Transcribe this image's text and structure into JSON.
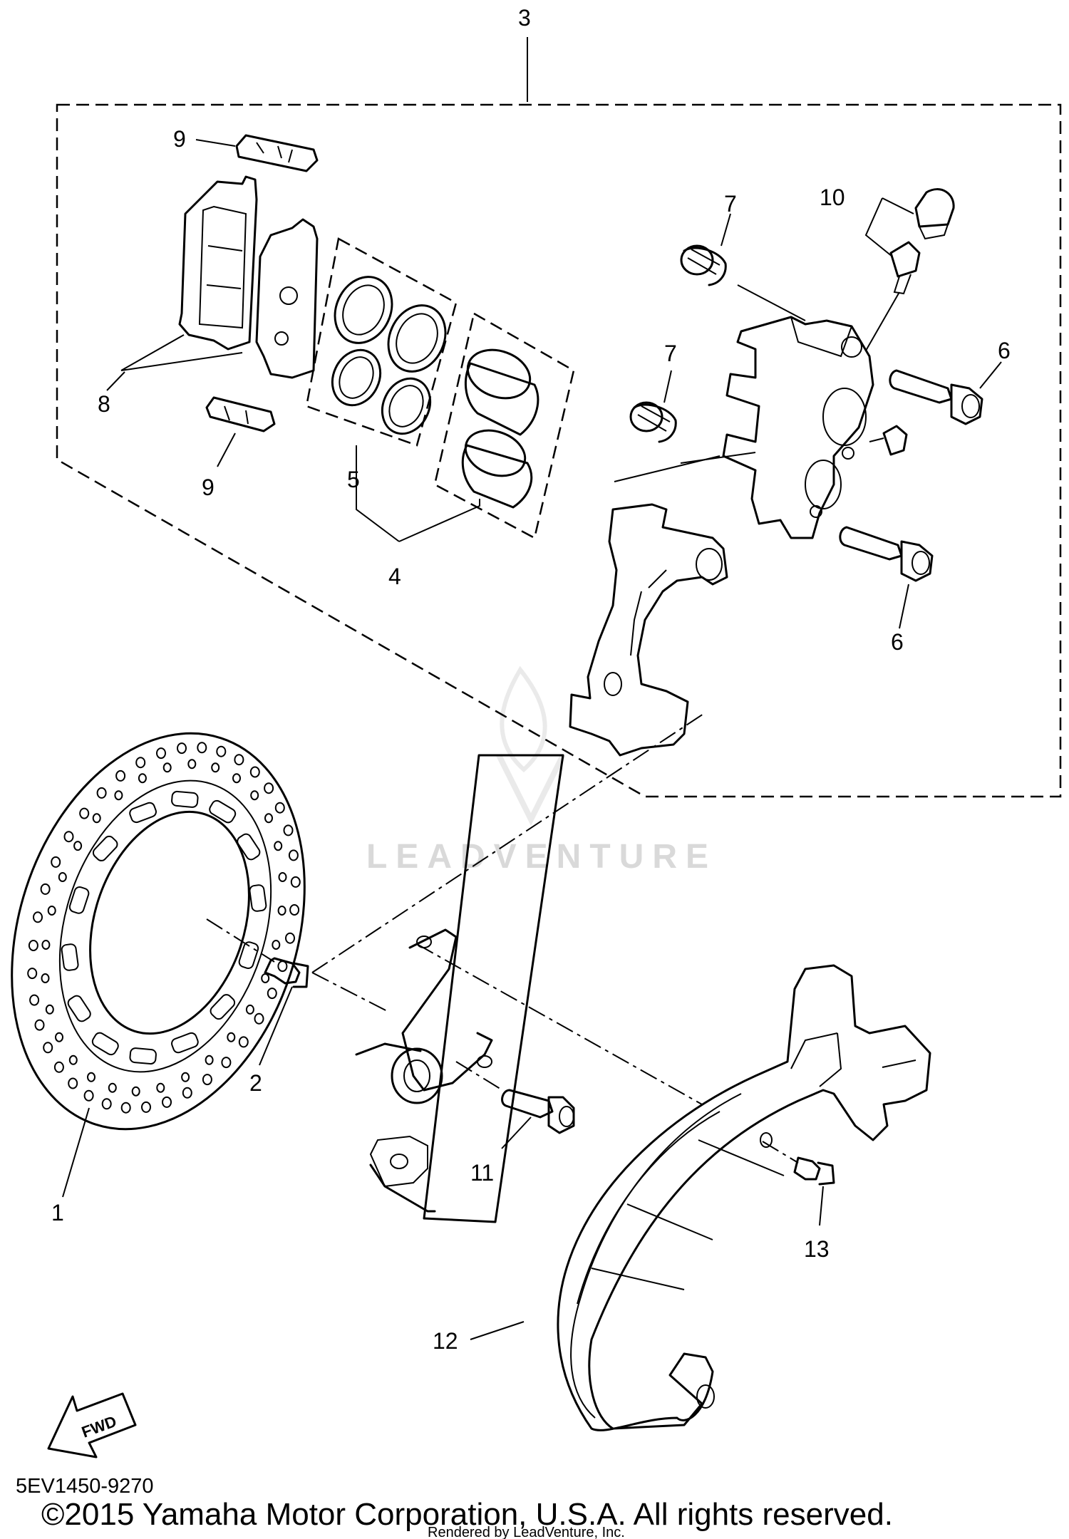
{
  "diagram": {
    "callouts": {
      "c1": "1",
      "c2": "2",
      "c3": "3",
      "c4": "4",
      "c5": "5",
      "c6a": "6",
      "c6b": "6",
      "c7a": "7",
      "c7b": "7",
      "c8": "8",
      "c9a": "9",
      "c9b": "9",
      "c10": "10",
      "c11": "11",
      "c12": "12",
      "c13": "13"
    },
    "fwd_label": "FWD",
    "watermark": "LEADVENTURE",
    "part_code": "5EV1450-9270",
    "copyright": "©2015 Yamaha Motor Corporation, U.S.A. All rights reserved.",
    "rendered_by": "Rendered by LeadVenture, Inc."
  },
  "colors": {
    "line": "#000000",
    "watermark": "#d9d9d9",
    "background": "#ffffff"
  }
}
